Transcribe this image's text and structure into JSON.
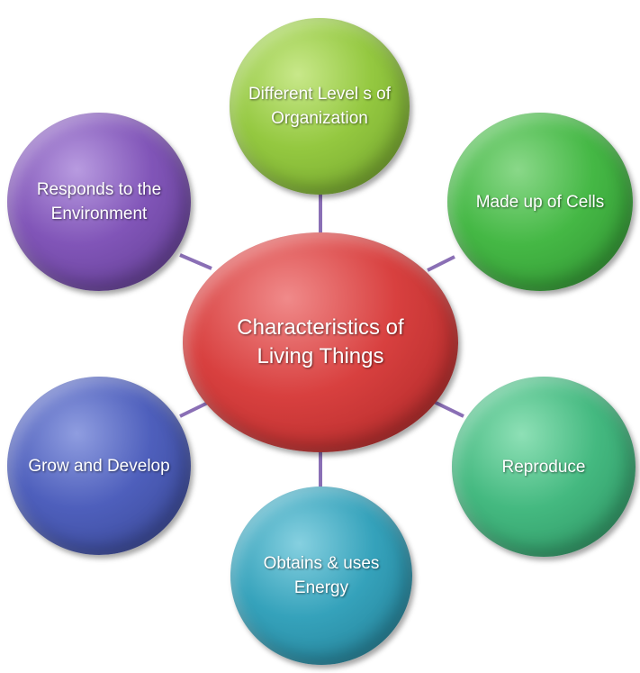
{
  "center": {
    "label": "Characteristics of Living Things",
    "color": "#d23c3c"
  },
  "nodes": [
    {
      "id": "organization",
      "label": "Different Level s of Organization",
      "color": "#8cc63f"
    },
    {
      "id": "cells",
      "label": "Made up of Cells",
      "color": "#3cb043"
    },
    {
      "id": "reproduce",
      "label": "Reproduce",
      "color": "#3db57e"
    },
    {
      "id": "energy",
      "label": "Obtains & uses Energy",
      "color": "#2e9bb3"
    },
    {
      "id": "grow",
      "label": "Grow and Develop",
      "color": "#4a5bb5"
    },
    {
      "id": "responds",
      "label": "Responds to the Environment",
      "color": "#7a4fb0"
    }
  ],
  "connector_color": "#8a6fb5"
}
